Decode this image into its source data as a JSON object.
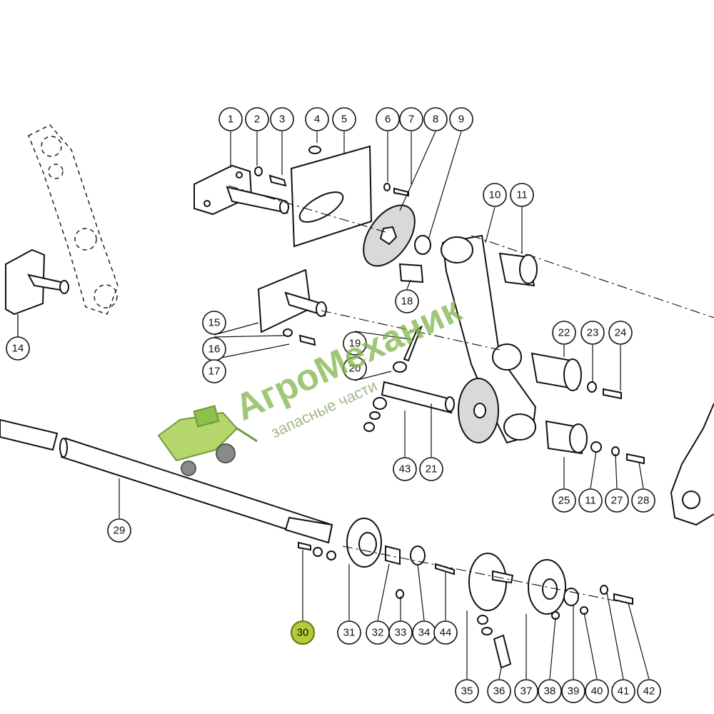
{
  "callouts": [
    "1",
    "2",
    "3",
    "4",
    "5",
    "6",
    "7",
    "8",
    "9",
    "10",
    "11",
    "14",
    "15",
    "16",
    "17",
    "18",
    "19",
    "20",
    "21",
    "22",
    "23",
    "24",
    "25",
    "11",
    "27",
    "28",
    "29",
    "30",
    "31",
    "32",
    "33",
    "34",
    "44",
    "35",
    "36",
    "37",
    "38",
    "39",
    "40",
    "41",
    "42",
    "43",
    "20"
  ],
  "highlighted_callout": "30",
  "watermark": {
    "brand": "АгроМеханик",
    "subtitle": "запасные части"
  },
  "colors": {
    "line": "#111111",
    "highlight": "#b5c93a",
    "watermark": "#7fb54a"
  },
  "icons": [
    "combine-harvester-logo"
  ]
}
